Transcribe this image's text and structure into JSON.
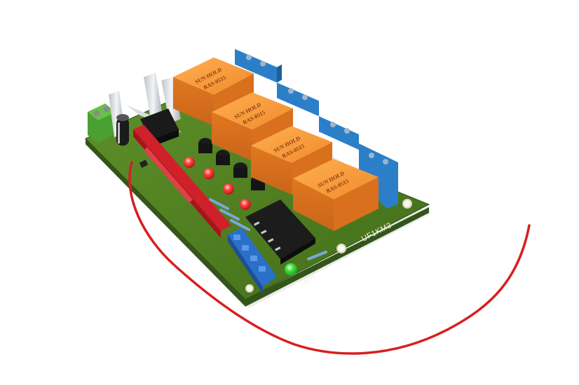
{
  "board": {
    "model_label": "UF1KM3",
    "led_label": "LED6"
  },
  "relays": [
    {
      "brand": "SUN HOLD",
      "model": "RAS-0515"
    },
    {
      "brand": "SUN HOLD",
      "model": "RAS-0515"
    },
    {
      "brand": "SUN HOLD",
      "model": "RAS-0515"
    },
    {
      "brand": "SUN HOLD",
      "model": "RAS-0515"
    }
  ],
  "colors": {
    "pcb": "#4f7f1f",
    "pcb_edge": "#3a5e15",
    "relay": "#f08a2a",
    "terminal": "#2a7fc8",
    "terminal_green": "#4aa030",
    "wire": "#d81e1e",
    "receiver_module": "#d0202a",
    "led_red": "#ff3030",
    "led_green": "#40e040"
  }
}
